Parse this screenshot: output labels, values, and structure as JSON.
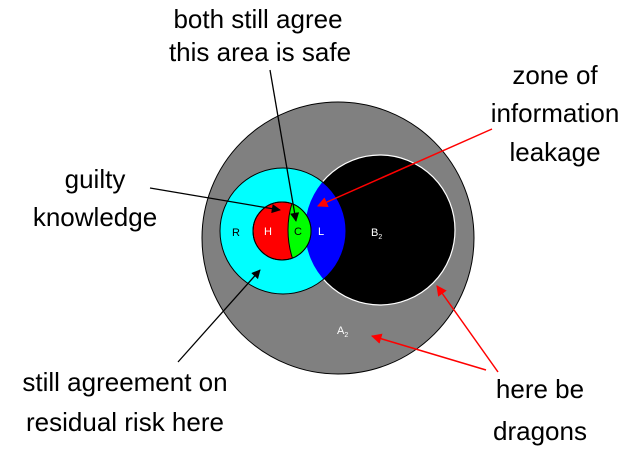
{
  "regions": {
    "A2": {
      "label": "A",
      "sub": "2"
    },
    "B2": {
      "label": "B",
      "sub": "2"
    },
    "R": "R",
    "H": "H",
    "C": "C",
    "L": "L"
  },
  "annotations": {
    "top": [
      "both still agree",
      "this area is safe"
    ],
    "leak": [
      "zone of",
      "information",
      "leakage"
    ],
    "guilty": [
      "guilty",
      "knowledge"
    ],
    "residual": [
      "still agreement on",
      "residual risk here"
    ],
    "dragons": [
      "here be",
      "dragons"
    ]
  },
  "colors": {
    "outer": "#808080",
    "black": "#000000",
    "cyan": "#00ffff",
    "blue": "#0000ff",
    "red": "#ff0000",
    "green": "#00ff00",
    "arrow_black": "#000000",
    "arrow_red": "#ff0000"
  }
}
